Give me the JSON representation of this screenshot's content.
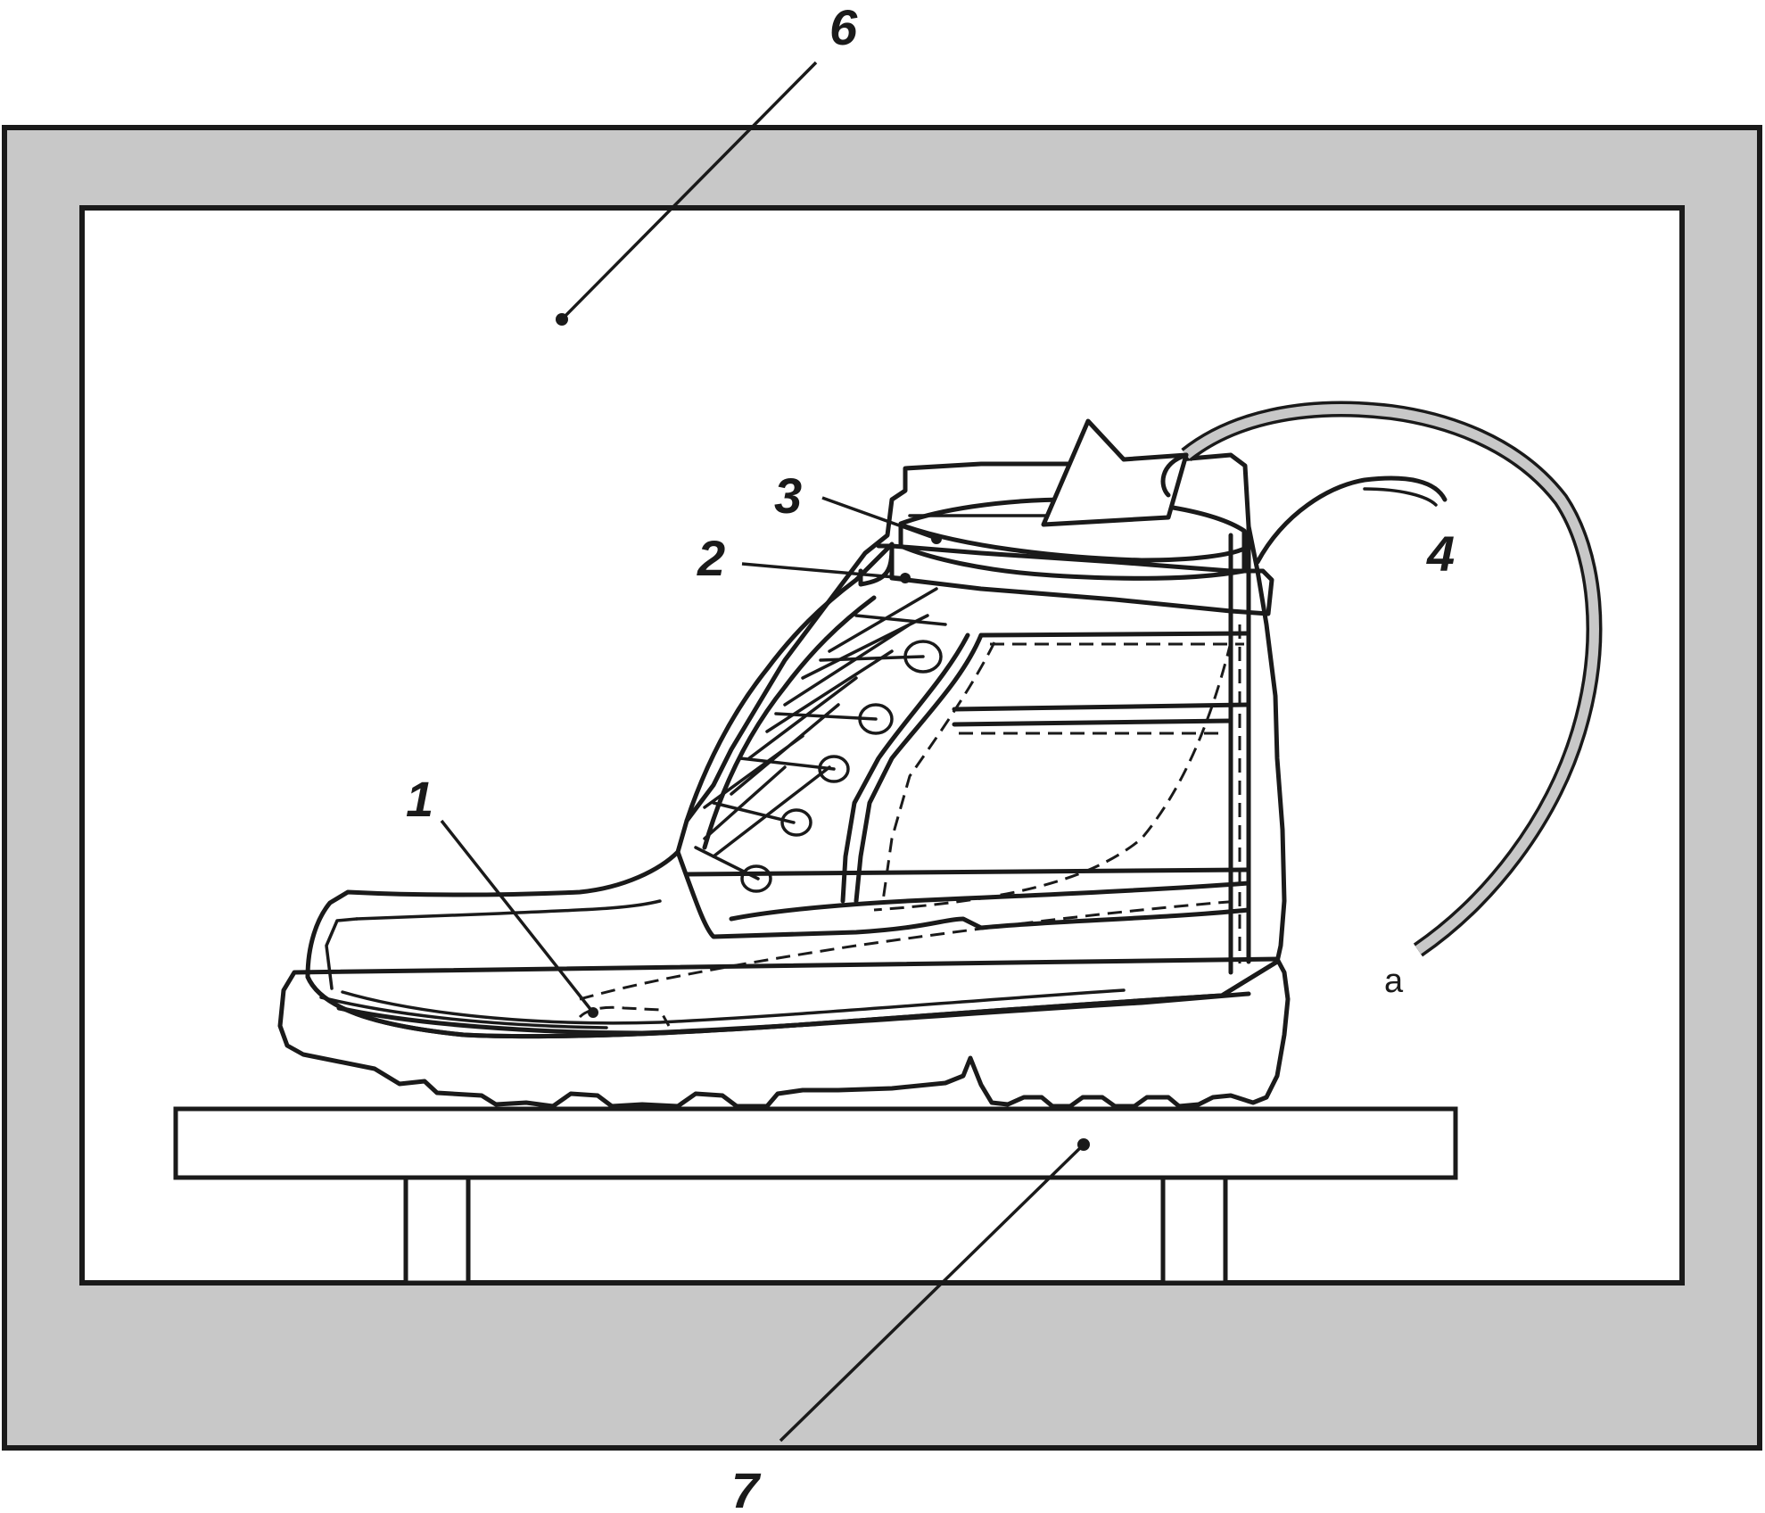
{
  "figure": {
    "labels": {
      "chamber": "6",
      "support": "7",
      "insole": "1",
      "collar": "2",
      "lid": "3",
      "flow_arrow": "4",
      "flow_start": "a"
    }
  },
  "colors": {
    "chamber_wall": "#c8c8c8",
    "line": "#1a1a1a",
    "background": "#ffffff"
  }
}
